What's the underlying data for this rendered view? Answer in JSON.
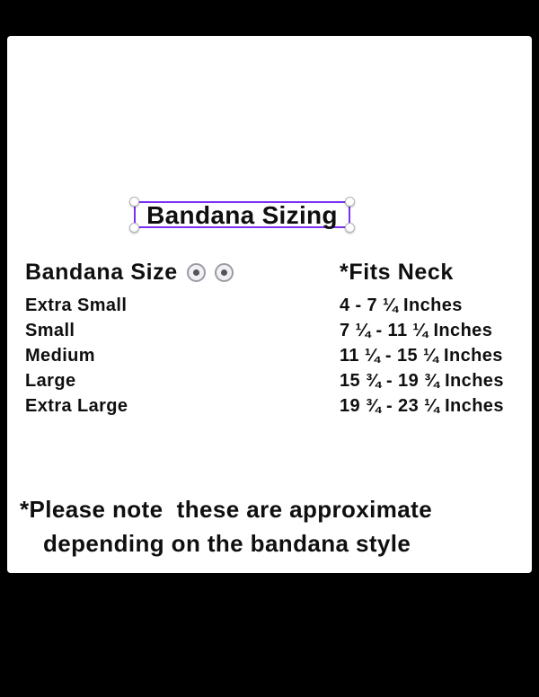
{
  "title_element": {
    "text": "Bandana Sizing"
  },
  "size_table": {
    "header": {
      "size_label": "Bandana Size",
      "fits_label": "*Fits Neck"
    },
    "rows": [
      {
        "size": "Extra Small",
        "fits": "4 - 7 ¼ Inches"
      },
      {
        "size": "Small",
        "fits": "7 ¼ - 11 ¼ Inches"
      },
      {
        "size": "Medium",
        "fits": "11 ¼ - 15 ¼ Inches"
      },
      {
        "size": "Large",
        "fits": "15 ¾ - 19 ¾ Inches"
      },
      {
        "size": "Extra Large",
        "fits": "19 ¾ - 23 ¼ Inches"
      }
    ]
  },
  "note": {
    "line1": "*Please note  these are approximate",
    "line2": "depending on the bandana style"
  },
  "icons": {
    "header_badge_1": "circle-badge-icon",
    "header_badge_2": "circle-badge-icon"
  },
  "colors": {
    "frame_black": "#000000",
    "card_white": "#FFFFFF",
    "text_black": "#0F0F0F",
    "selection_purple": "#7B2FF2",
    "handle_border_gray": "#B6B6BF"
  }
}
